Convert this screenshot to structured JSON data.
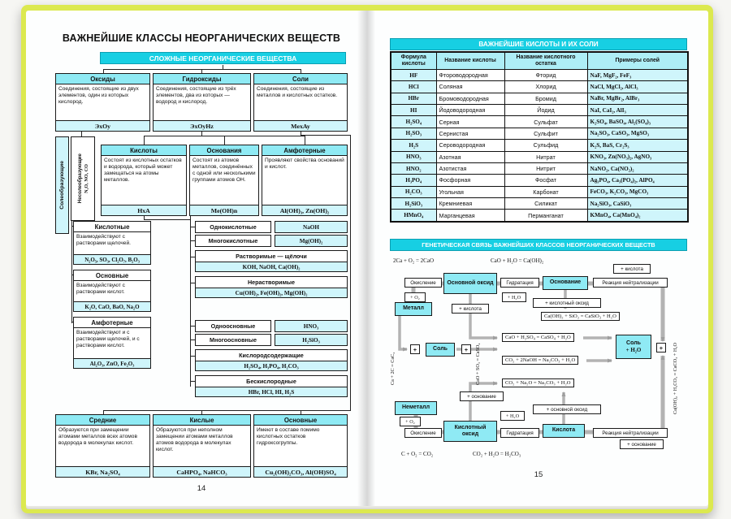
{
  "theme": {
    "accent_cyan": "#17cfe3",
    "box_header_fill": "#8feaf4",
    "light_fill": "#cff5fb",
    "cover_edge_green": "#dce94f"
  },
  "left": {
    "page_number": "14",
    "title": "ВАЖНЕЙШИЕ КЛАССЫ НЕОРГАНИЧЕСКИХ ВЕЩЕСТВ",
    "root_header": "СЛОЖНЫЕ НЕОРГАНИЧЕСКИЕ ВЕЩЕСТВА",
    "top_boxes": [
      {
        "title": "Оксиды",
        "desc": "Соединения, состоящие из двух элементов, один из которых кислород.",
        "formula": "ЭxOy"
      },
      {
        "title": "Гидроксиды",
        "desc": "Соединения, состоящие из трёх элементов, два из которых — водород и кислород.",
        "formula": "ЭxOyHz"
      },
      {
        "title": "Соли",
        "desc": "Соединения, состоящие из металлов и кислотных остатков.",
        "formula": "MexAy"
      }
    ],
    "strips": {
      "salt_forming": "Солеобразующие",
      "non_salt_forming": "Несолеобразующие",
      "non_salt_examples": "N₂O, NO, CO"
    },
    "class_boxes": [
      {
        "title": "Кислоты",
        "desc": "Состоят из кислотных остатков и водорода, который может замещаться на атомы металлов.",
        "formula": "HxA"
      },
      {
        "title": "Основания",
        "desc": "Состоят из атомов металлов, соединённых с одной или несколькими группами атомов ОН.",
        "formula": "Me(OH)n"
      },
      {
        "title": "Амфотерные",
        "desc": "Проявляют свойства оснований и кислот.",
        "formula": "Al(OH)₃, Zn(OH)₂"
      }
    ],
    "oxide_types": [
      {
        "title": "Кислотные",
        "desc": "Взаимодействуют с растворами щелочей.",
        "examples": "N₂O₅, SO₃, Cl₂O₇, B₂O₃"
      },
      {
        "title": "Основные",
        "desc": "Взаимодействуют с растворами кислот.",
        "examples": "K₂O, CaO, BaO, Na₂O"
      },
      {
        "title": "Амфотерные",
        "desc": "Взаимодействуют и с растворами щелочей, и с растворами кислот.",
        "examples": "Al₂O₃, ZnO, Fe₂O₃"
      }
    ],
    "base_pairs": [
      {
        "label": "Однокислотные",
        "value": "NaOH"
      },
      {
        "label": "Многокислотные",
        "value": "Mg(OH)₂"
      }
    ],
    "base_groups": [
      {
        "title": "Растворимые — щёлочи",
        "examples": "KOH, NaOH, Ca(OH)₂"
      },
      {
        "title": "Нерастворимые",
        "examples": "Cu(OH)₂, Fe(OH)₂, Mg(OH)₂"
      }
    ],
    "acid_pairs": [
      {
        "label": "Одноосновные",
        "value": "HNO₃"
      },
      {
        "label": "Многоосновные",
        "value": "H₂SiO₃"
      }
    ],
    "acid_groups": [
      {
        "title": "Кислородсодержащие",
        "examples": "H₂SO₄, H₃PO₄, H₂CO₃"
      },
      {
        "title": "Бескислородные",
        "examples": "HBr, HCl, HI, H₂S"
      }
    ],
    "salt_types": [
      {
        "title": "Средние",
        "desc": "Образуются при замещении атомами металлов всех атомов водорода в молекулах кислот.",
        "examples": "KBr, Na₂SO₄"
      },
      {
        "title": "Кислые",
        "desc": "Образуются при неполном замещении атомами металлов атомов водорода в молекулах кислот.",
        "examples": "CaHPO₄, NaHCO₃"
      },
      {
        "title": "Основные",
        "desc": "Имеют в составе помимо кислотных остатков гидроксогруппы.",
        "examples": "Cu₂(OH)₂CO₃, Al(OH)SO₄"
      }
    ]
  },
  "right": {
    "page_number": "15",
    "acids_header": "ВАЖНЕЙШИЕ КИСЛОТЫ И ИХ СОЛИ",
    "acids_table": {
      "columns": [
        "Формула кислоты",
        "Название кислоты",
        "Название кислотного остатка",
        "Примеры солей"
      ],
      "rows": [
        [
          "HF",
          "Фтороводородная",
          "Фторид",
          "NaF, MgF₂, FeF₃"
        ],
        [
          "HCl",
          "Соляная",
          "Хлорид",
          "NaCl, MgCl₂, AlCl₃"
        ],
        [
          "HBr",
          "Бромоводородная",
          "Бромид",
          "NaBr, MgBr₂, AlBr₃"
        ],
        [
          "HI",
          "Йодоводородная",
          "Йодид",
          "NaI, CaI₂, AlI₃"
        ],
        [
          "H₂SO₄",
          "Серная",
          "Сульфат",
          "K₂SO₄, BaSO₄, Al₂(SO₄)₃"
        ],
        [
          "H₂SO₃",
          "Сернистая",
          "Сульфит",
          "Na₂SO₃, CaSO₃, MgSO₃"
        ],
        [
          "H₂S",
          "Сероводородная",
          "Сульфид",
          "K₂S, BaS, Cr₂S₃"
        ],
        [
          "HNO₃",
          "Азотная",
          "Нитрат",
          "KNO₃, Zn(NO₃)₂, AgNO₃"
        ],
        [
          "HNO₂",
          "Азотистая",
          "Нитрит",
          "NaNO₂, Ca(NO₂)₂"
        ],
        [
          "H₃PO₄",
          "Фосфорная",
          "Фосфат",
          "Ag₃PO₄, Ca₃(PO₄)₂, AlPO₄"
        ],
        [
          "H₂CO₃",
          "Угольная",
          "Карбонат",
          "FeCO₃, K₂CO₃, MgCO₃"
        ],
        [
          "H₂SiO₃",
          "Кремниевая",
          "Силикат",
          "Na₂SiO₃, CaSiO₃"
        ],
        [
          "HMnO₄",
          "Марганцевая",
          "Перманганат",
          "KMnO₄, Ca(MnO₄)₂"
        ]
      ]
    },
    "genetic_header": "ГЕНЕТИЧЕСКАЯ СВЯЗЬ ВАЖНЕЙШИХ КЛАССОВ НЕОРГАНИЧЕСКИХ ВЕЩЕСТВ",
    "diagram": {
      "nodes": {
        "metal": "Металл",
        "basic_oxide": "Основной оксид",
        "base": "Основание",
        "salt_left": "Соль",
        "salt_right_line1": "Соль",
        "salt_right_line2": "+ H₂O",
        "nonmetal": "Неметалл",
        "acidic_oxide": "Кислотный оксид",
        "acid": "Кислота"
      },
      "labels": {
        "oxidation": "Окисление",
        "hydration": "Гидратация",
        "neutralization": "Реакция нейтрализации",
        "plus_o2": "+ O₂",
        "plus_h2o": "+ H₂O",
        "plus_acid": "+ кислота",
        "plus_acidic_oxide": "+ кислотный оксид",
        "plus_basic_oxide": "+ основной оксид",
        "plus_base": "+ основание",
        "plus": "+"
      },
      "equations": {
        "metal_oxidation": "2Ca + O₂ = 2CaO",
        "oxide_hydration": "CaO + H₂O = Ca(OH)₂",
        "base_plus_acidic_oxide": "Ca(OH)₂ + SiO₂ = CaSiO₃ + H₂O",
        "basic_oxide_plus_acid": "CaO + H₂SO₄ = CaSO₄ + H₂O",
        "acidic_oxide_plus_base": "CO₂ + 2NaOH = Na₂CO₃ + H₂O",
        "acidic_oxide_plus_basic_oxide": "CO₂ + Na₂O = Na₂CO₃ + H₂O",
        "nonmetal_oxidation": "C + O₂ = CO₂",
        "acidic_oxide_hydration": "CO₂ + H₂O = H₂CO₃",
        "metal_carbide": "Ca + 2C = CaC₂",
        "oxide_pair_salt": "CaO + SO₃ = CaSO₄",
        "neutralization_eq": "Ca(OH)₂ + H₂CO₃ = CaCO₃ + H₂O"
      }
    }
  }
}
